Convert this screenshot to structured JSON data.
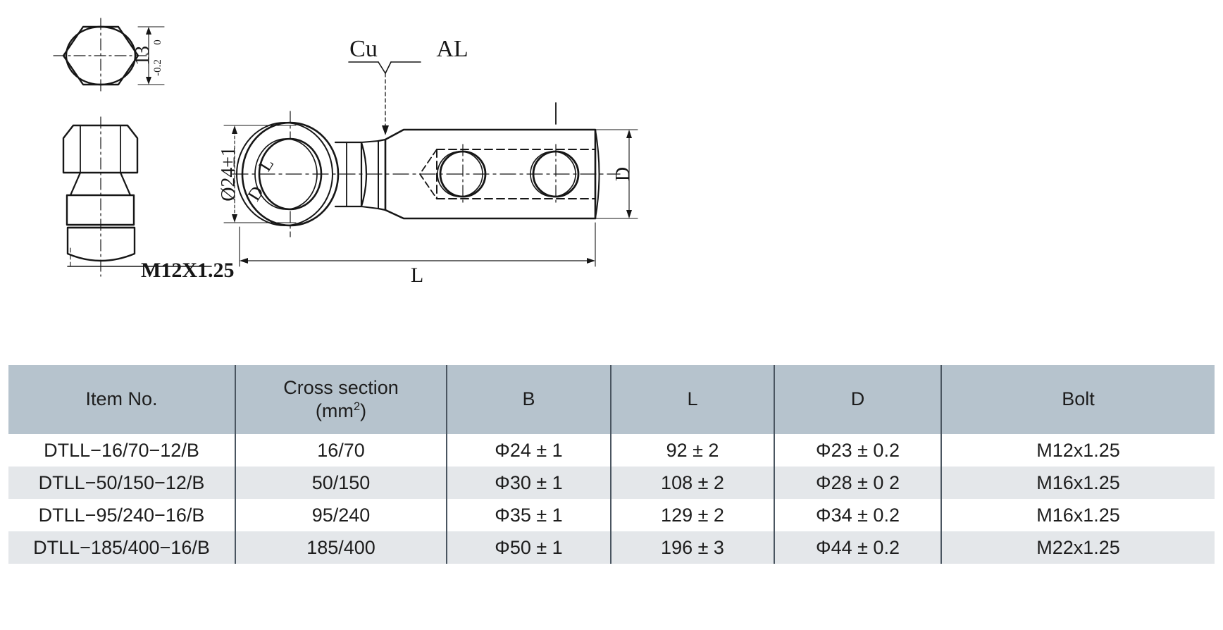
{
  "drawing": {
    "bolt_detail": {
      "head_thickness_label": "13",
      "head_tol_upper": "0",
      "head_tol_lower": "-0.2",
      "thread_label": "M12X1.25"
    },
    "lug_detail": {
      "material_left": "Cu",
      "material_right": "AL",
      "ring_outer_dim": "Ø24±1",
      "ring_inner_label": "L",
      "ring_hole_label": "D",
      "barrel_dim_label": "D",
      "overall_length_label": "L"
    }
  },
  "table": {
    "headers": [
      {
        "line1": "Item No.",
        "line2": ""
      },
      {
        "line1": "Cross section",
        "line2": "(mm",
        "sup": "2",
        "line2_tail": ")"
      },
      {
        "line1": "B",
        "line2": ""
      },
      {
        "line1": "L",
        "line2": ""
      },
      {
        "line1": "D",
        "line2": ""
      },
      {
        "line1": "Bolt",
        "line2": ""
      }
    ],
    "rows": [
      {
        "item_no": "DTLL−16/70−12/B",
        "cross_section": "16/70",
        "b": "Φ24 ± 1",
        "l": "92 ± 2",
        "d": "Φ23 ± 0.2",
        "bolt": "M12x1.25"
      },
      {
        "item_no": "DTLL−50/150−12/B",
        "cross_section": "50/150",
        "b": "Φ30 ± 1",
        "l": "108 ± 2",
        "d": "Φ28 ± 0 2",
        "bolt": "M16x1.25"
      },
      {
        "item_no": "DTLL−95/240−16/B",
        "cross_section": "95/240",
        "b": "Φ35 ± 1",
        "l": "129 ± 2",
        "d": "Φ34 ± 0.2",
        "bolt": "M16x1.25"
      },
      {
        "item_no": "DTLL−185/400−16/B",
        "cross_section": "185/400",
        "b": "Φ50 ± 1",
        "l": "196 ± 3",
        "d": "Φ44 ± 0.2",
        "bolt": "M22x1.25"
      }
    ]
  },
  "colors": {
    "header_bg": "#b6c3cd",
    "stripe_bg": "#e4e7ea",
    "row_bg": "#ffffff",
    "divider": "#4a5560",
    "ink": "#161616"
  }
}
